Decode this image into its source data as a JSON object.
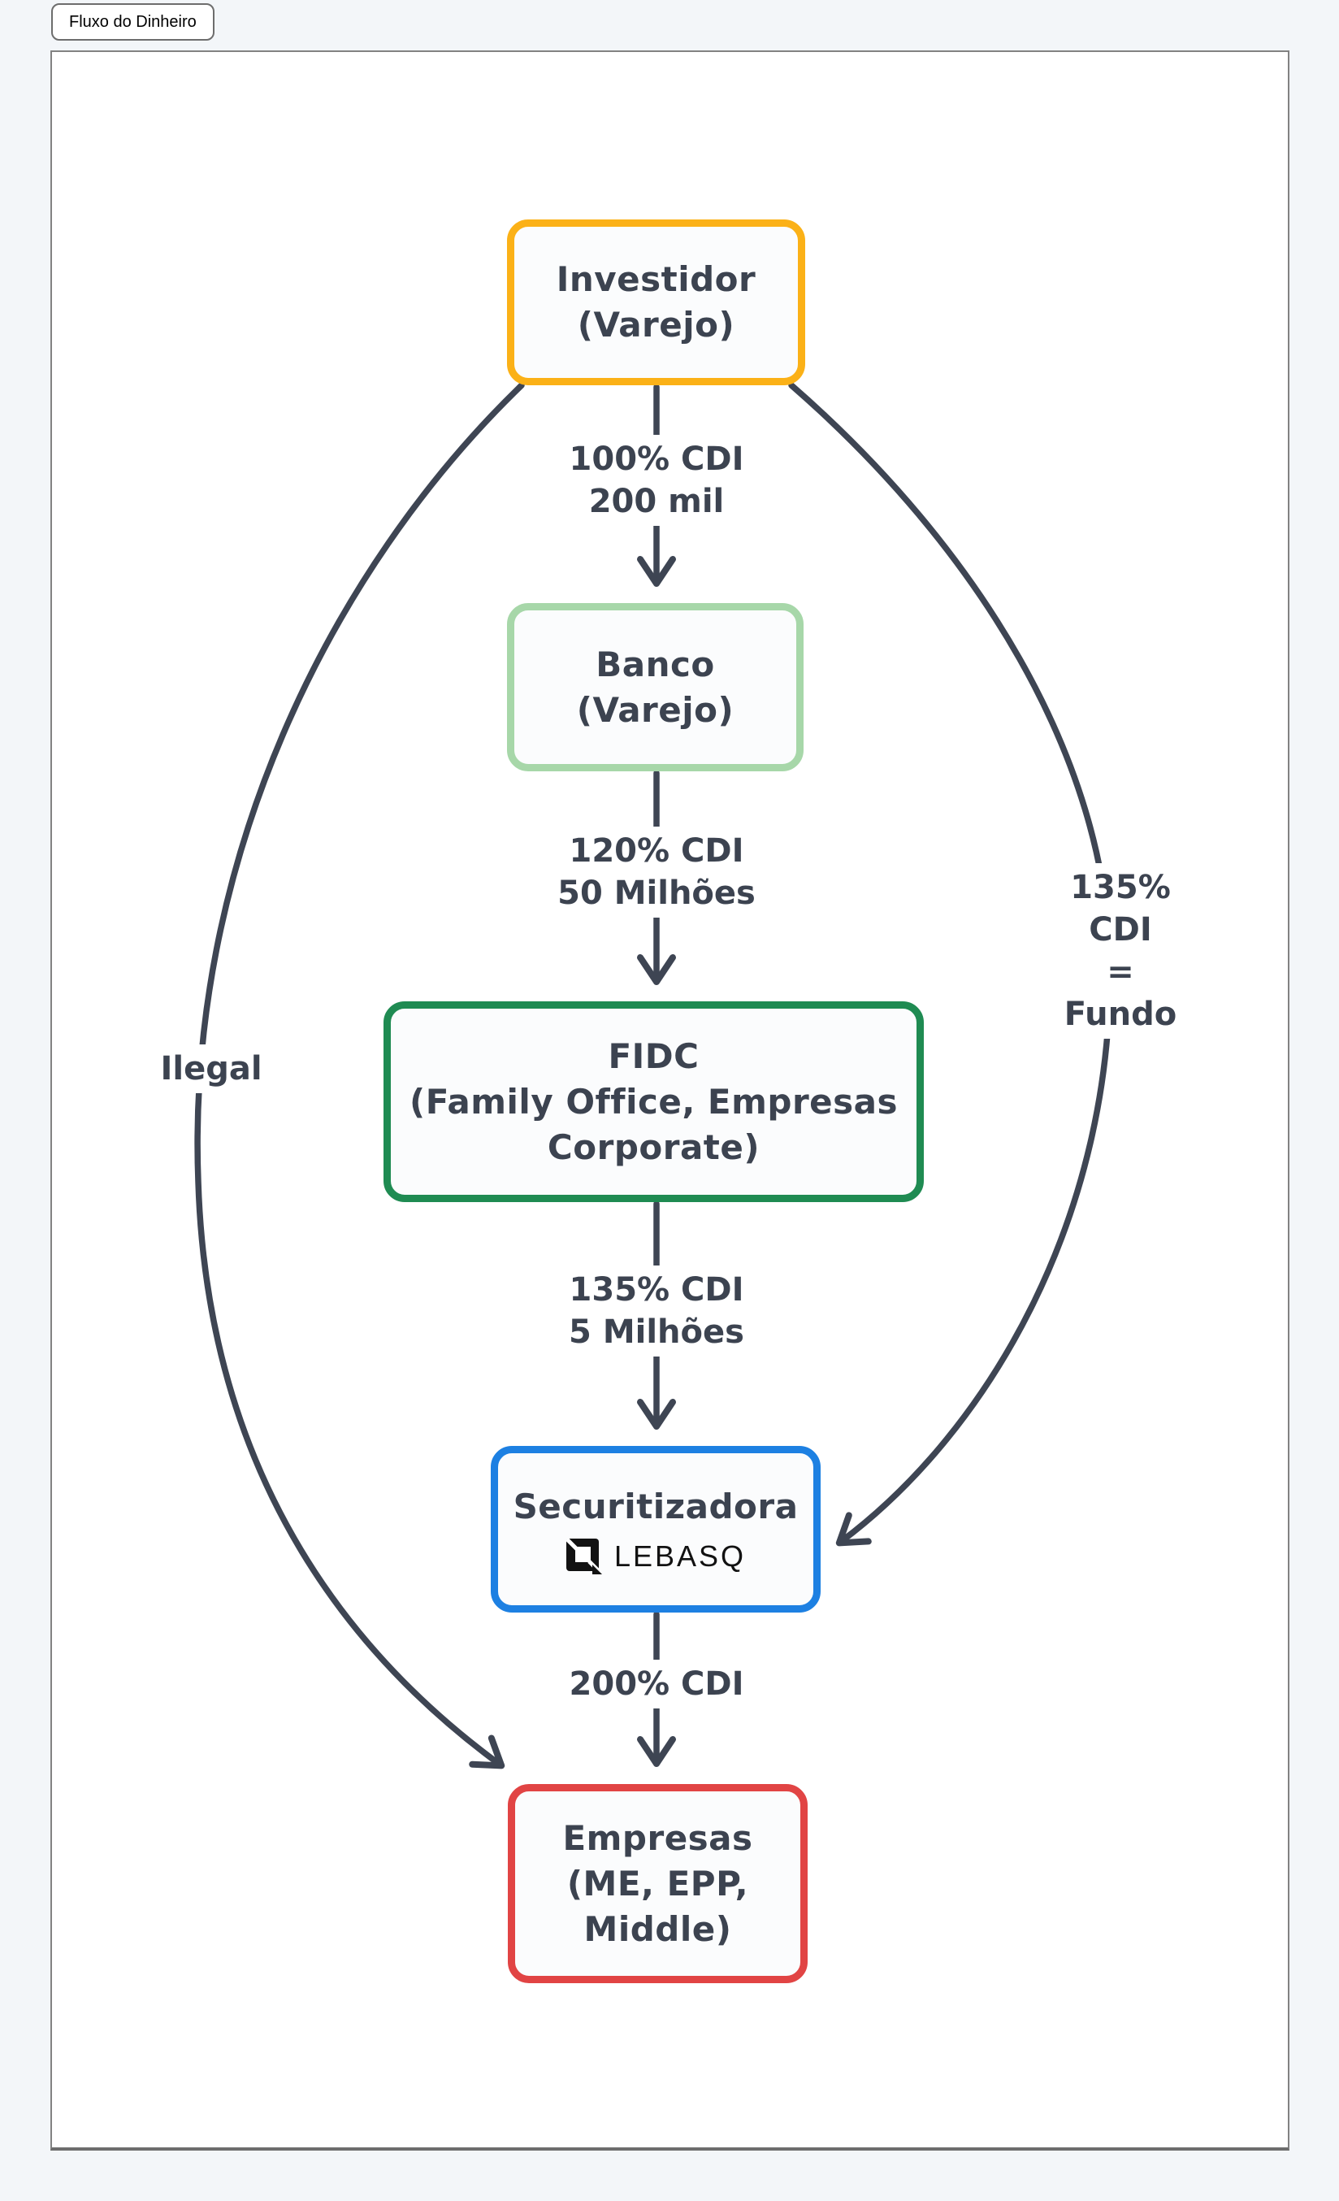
{
  "tab": {
    "label": "Fluxo do Dinheiro"
  },
  "diagram": {
    "type": "flowchart",
    "nodes": {
      "investidor": {
        "text": "Investidor\n(Varejo)",
        "border_color": "#FBB117"
      },
      "banco": {
        "text": "Banco\n(Varejo)",
        "border_color": "#A7D7A9"
      },
      "fidc": {
        "text": "FIDC\n(Family Office, Empresas\nCorporate)",
        "border_color": "#1F8B52"
      },
      "securitizadora": {
        "text": "Securitizadora",
        "logo_text": "LEBASQ",
        "border_color": "#1D80E2"
      },
      "empresas": {
        "text": "Empresas\n(ME, EPP,\nMiddle)",
        "border_color": "#E14444"
      }
    },
    "edges": [
      {
        "from": "investidor",
        "to": "banco",
        "label": "100% CDI\n200 mil"
      },
      {
        "from": "banco",
        "to": "fidc",
        "label": "120% CDI\n50 Milhões"
      },
      {
        "from": "fidc",
        "to": "securitizadora",
        "label": "135% CDI\n5 Milhões"
      },
      {
        "from": "securitizadora",
        "to": "empresas",
        "label": "200% CDI"
      },
      {
        "from": "investidor",
        "to": "empresas",
        "label": "Ilegal"
      },
      {
        "from": "investidor",
        "to": "securitizadora",
        "label": "135% CDI\n= Fundo"
      }
    ],
    "colors": {
      "edge": "#3E4553",
      "text": "#3C4350",
      "amber": "#FBB117",
      "light_green": "#A7D7A9",
      "dark_green": "#1F8B52",
      "blue": "#1D80E2",
      "red": "#E14444"
    }
  }
}
